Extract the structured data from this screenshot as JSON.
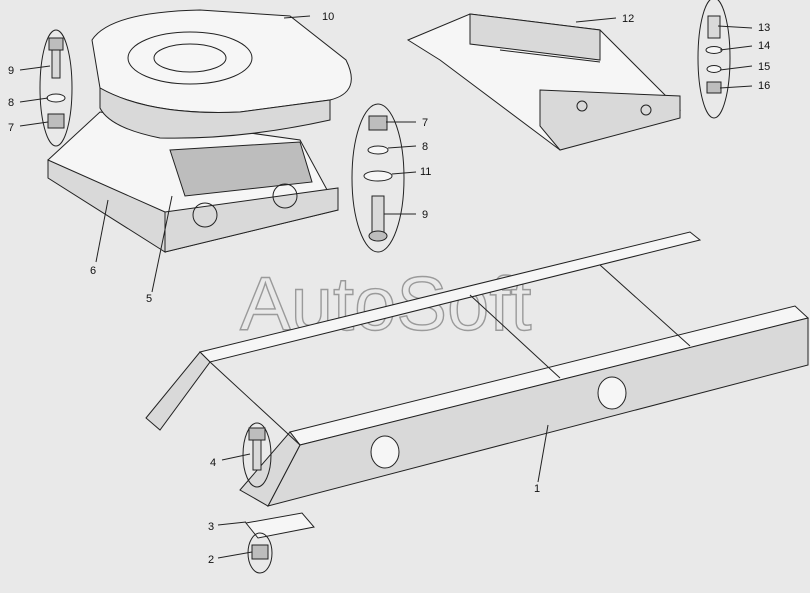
{
  "watermark": "AutoSoft",
  "callouts": {
    "c1": "1",
    "c2": "2",
    "c3": "3",
    "c4": "4",
    "c5": "5",
    "c6": "6",
    "c7a": "7",
    "c7b": "7",
    "c8a": "8",
    "c8b": "8",
    "c9a": "9",
    "c9b": "9",
    "c10": "10",
    "c11": "11",
    "c12": "12",
    "c13": "13",
    "c14": "14",
    "c15": "15",
    "c16": "16"
  }
}
